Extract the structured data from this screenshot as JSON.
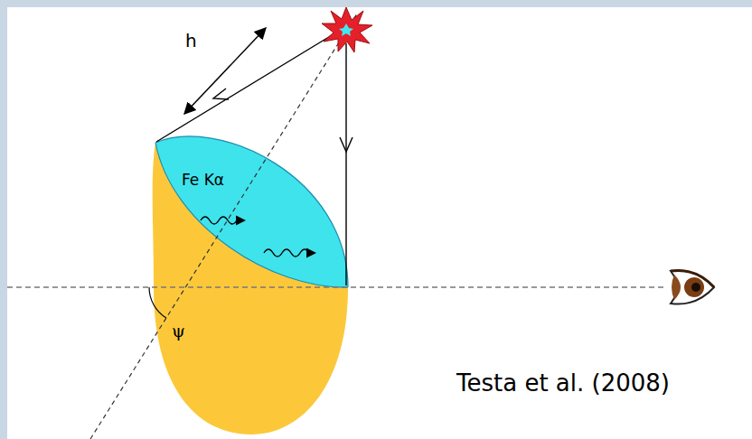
{
  "diagram": {
    "labels": [
      "h",
      "Fe Kα",
      "ψ",
      "Testa et al. (2008)"
    ]
  }
}
